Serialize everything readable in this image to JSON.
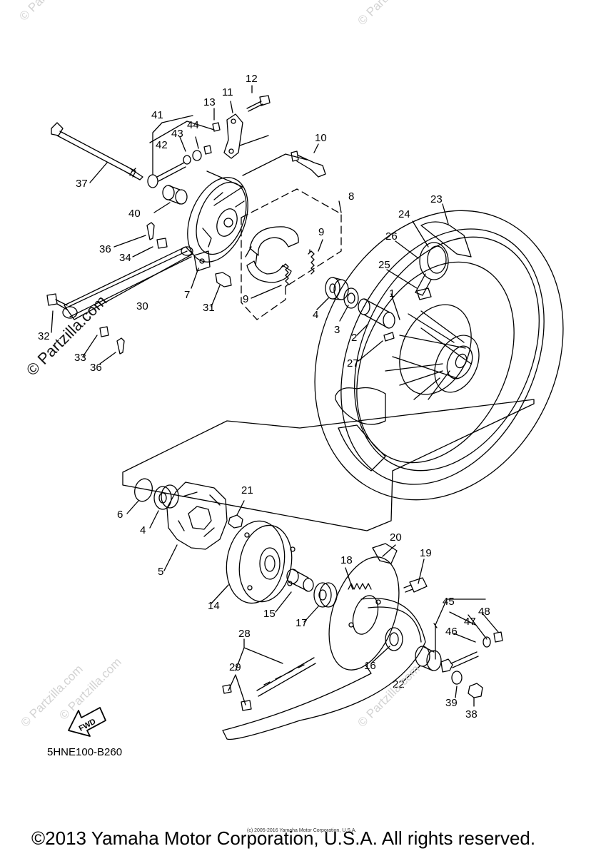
{
  "diagram": {
    "catalog_code": "5HNE100-B260",
    "copyright": "©2013 Yamaha Motor Corporation, U.S.A. All rights reserved.",
    "small_print": "(c) 2005-2016 Yamaha Motor Corporation, U.S.A.",
    "watermark_text": "© Partzilla.com",
    "watermark_large": "© Partzilla.com",
    "fwd_label": "FWD",
    "callouts": [
      "1",
      "2",
      "3",
      "4",
      "5",
      "6",
      "7",
      "8",
      "9",
      "10",
      "11",
      "12",
      "13",
      "14",
      "15",
      "16",
      "17",
      "18",
      "19",
      "20",
      "21",
      "22",
      "23",
      "24",
      "25",
      "26",
      "27",
      "28",
      "29",
      "30",
      "31",
      "32",
      "33",
      "34",
      "36",
      "37",
      "38",
      "39",
      "40",
      "41",
      "42",
      "43",
      "44",
      "45",
      "46",
      "47",
      "48"
    ],
    "callout_extra": [
      "4",
      "9",
      "36"
    ]
  },
  "colors": {
    "ink": "#000000",
    "watermark": "#d3d3d3",
    "background": "#ffffff"
  }
}
